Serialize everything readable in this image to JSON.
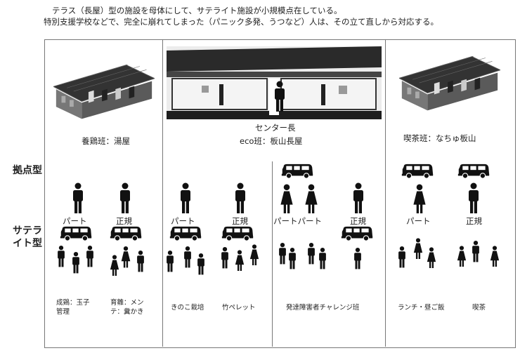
{
  "header": {
    "line1": "テラス（長屋）型の施設を母体にして、サテライト施設が小規模点在している。",
    "line2": "特別支援学校などで、完全に崩れてしまった（パニック多発、うつなど）人は、その立て直しから対応する。"
  },
  "side": {
    "base": "拠点型",
    "sat1": "サテラ",
    "sat2": "イト型"
  },
  "sections": {
    "left": "養鶏班：湯屋",
    "center_top": "センター長",
    "center": "eco班：板山長屋",
    "right": "喫茶班：なちゅ板山"
  },
  "roles": {
    "part": "パート",
    "regular": "正規",
    "partpart": "パートパート"
  },
  "jobs": {
    "j1a": "成鶏：玉子",
    "j1b": "管理",
    "j2a": "育雛：メン",
    "j2b": "テ：糞かき",
    "j3": "きのこ栽培",
    "j4": "竹ペレット",
    "j5": "発達障害者チャレンジ班",
    "j6": "ランチ・昼ご飯",
    "j7": "喫茶"
  }
}
